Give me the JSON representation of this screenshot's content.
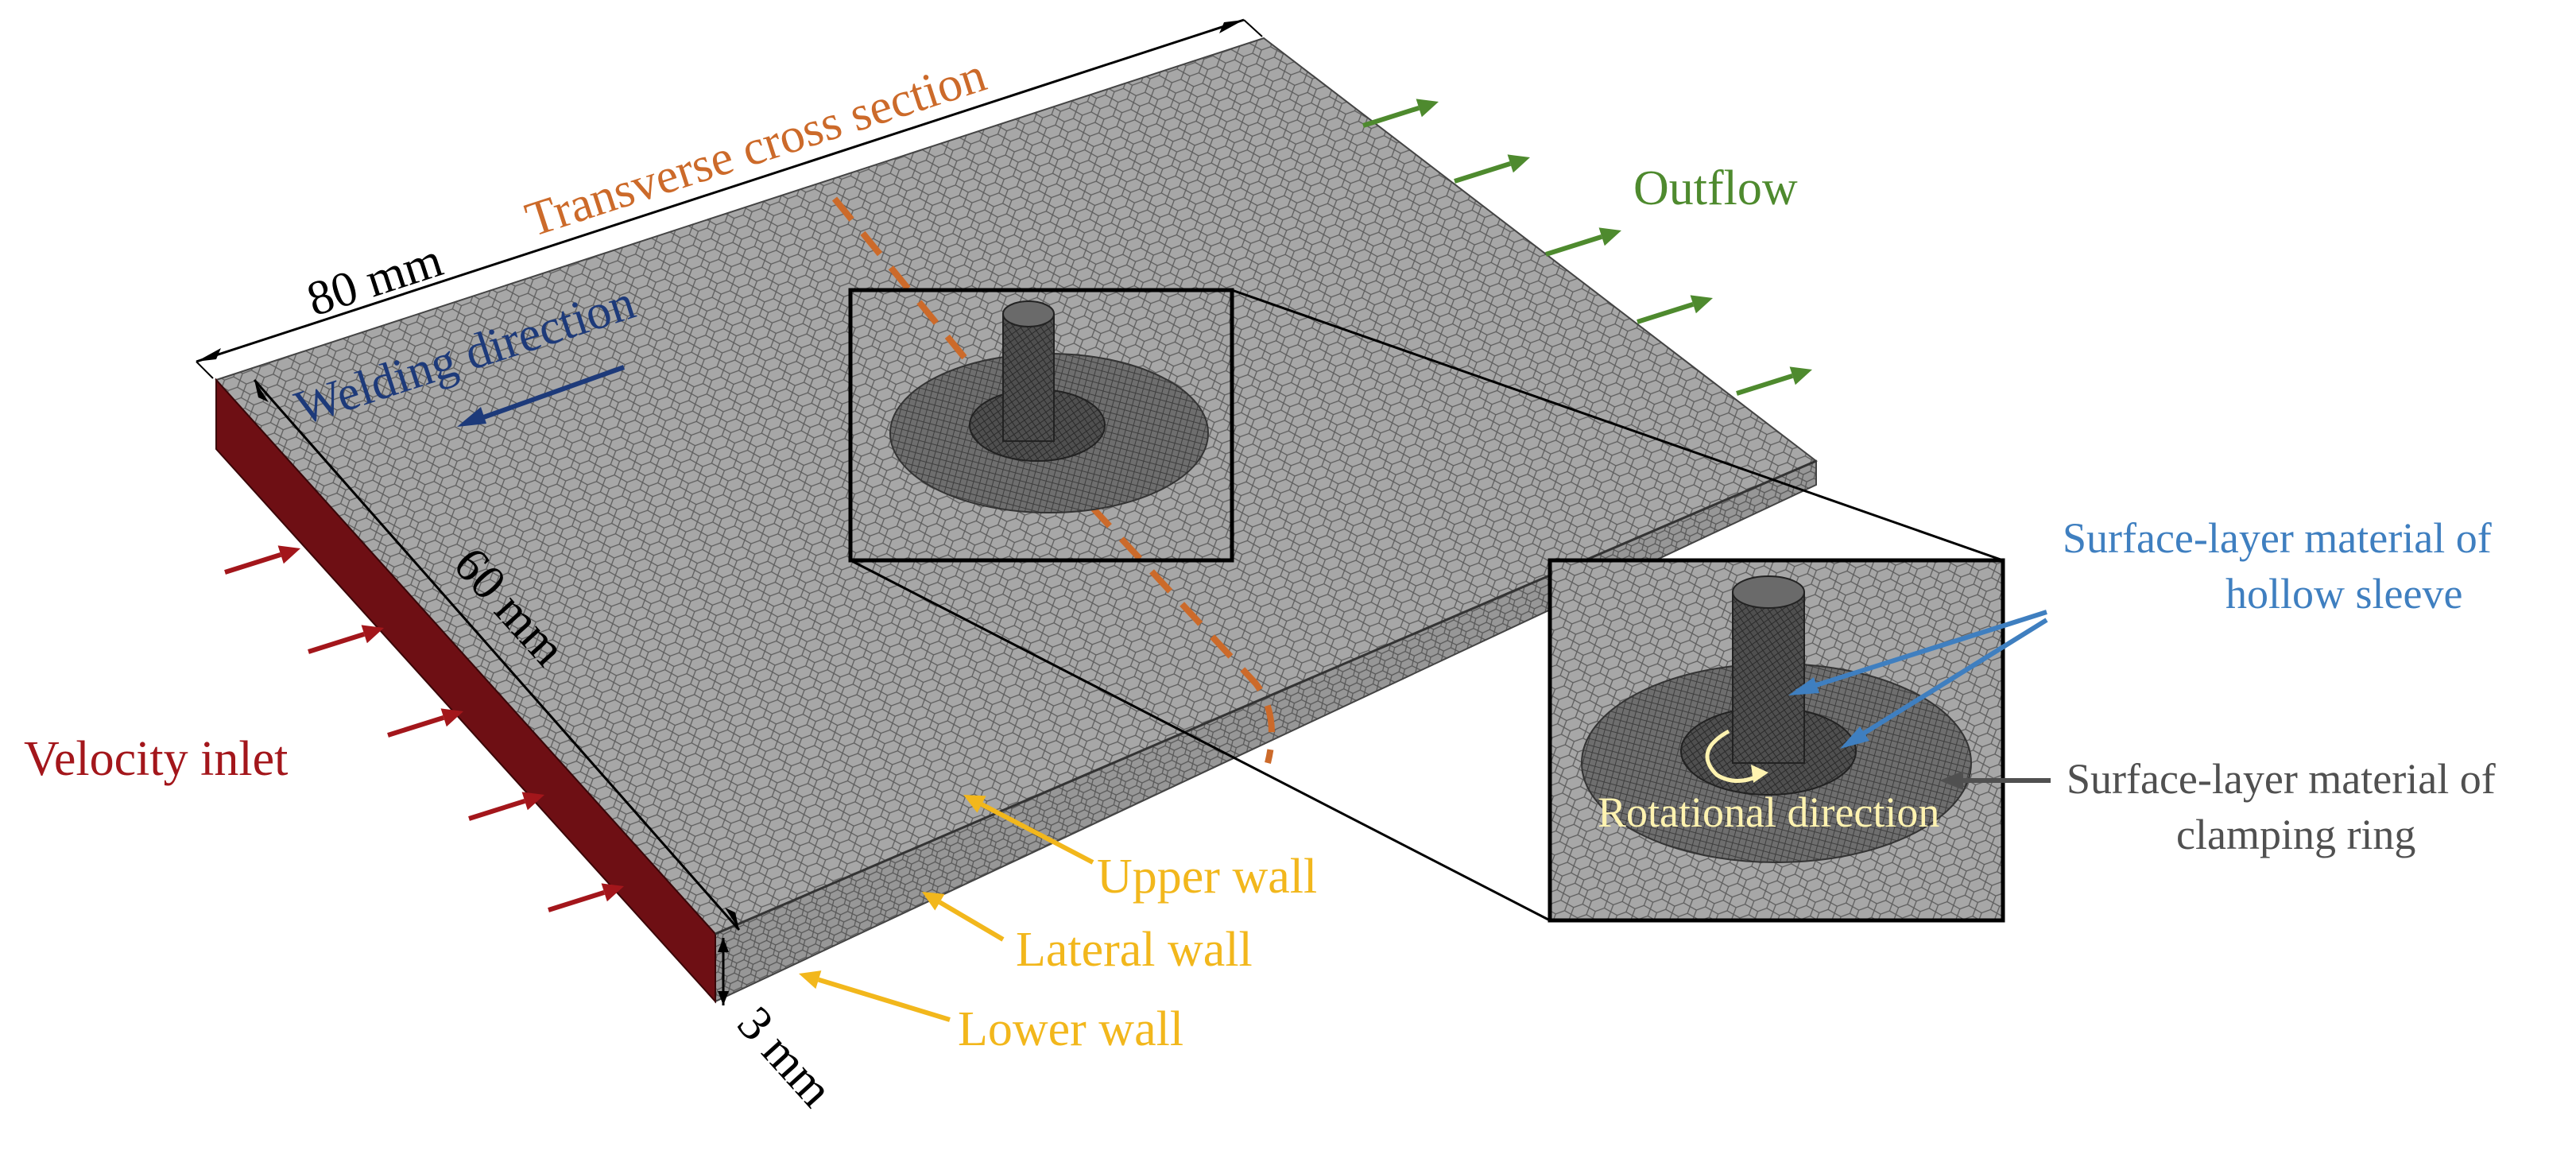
{
  "labels": {
    "transverse": "Transverse cross section",
    "width_dim": "80 mm",
    "length_dim": "60 mm",
    "thickness_dim": "3 mm",
    "welding_direction": "Welding direction",
    "outflow": "Outflow",
    "velocity_inlet": "Velocity inlet",
    "upper_wall": "Upper wall",
    "lateral_wall": "Lateral wall",
    "lower_wall": "Lower wall",
    "sleeve_line1": "Surface-layer material of",
    "sleeve_line2": "hollow sleeve",
    "ring_line1": "Surface-layer material of",
    "ring_line2": "clamping ring",
    "rotational": "Rotational direction"
  },
  "colors": {
    "inlet": "#a3161b",
    "inlet_face": "#6e0f14",
    "outflow": "#4e8a2e",
    "walls": "#f2b71c",
    "transverse": "#cc6a2a",
    "welding": "#1d3a7a",
    "sleeve": "#3f7fc0",
    "ring": "#505050",
    "mesh_top": "#9a9a9a",
    "mesh_side": "#8a8a8a",
    "black": "#000000",
    "rotational": "#fff3b0"
  },
  "icons": {
    "inlet_arrows": "arrow-right-icon",
    "outflow_arrows": "arrow-right-icon",
    "pointer_arrows": "arrow-icon"
  }
}
